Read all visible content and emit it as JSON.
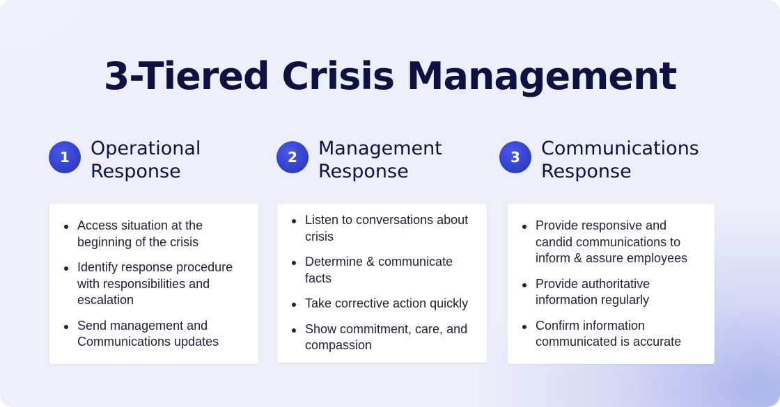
{
  "title": "3-Tiered Crisis Management",
  "tiers": [
    {
      "number": "1",
      "heading": "Operational Response",
      "items": [
        "Access situation at the beginning of the crisis",
        "Identify response procedure with responsibilities and escalation",
        "Send management and Communications updates"
      ]
    },
    {
      "number": "2",
      "heading": "Management Response",
      "items": [
        "Listen to conversations about crisis",
        "Determine & communicate facts",
        "Take corrective action quickly",
        "Show commitment, care, and compassion"
      ]
    },
    {
      "number": "3",
      "heading": "Communications Response",
      "items": [
        "Provide responsive and candid communications to inform & assure employees",
        "Provide authoritative information regularly",
        "Confirm information communicated is accurate"
      ]
    }
  ]
}
